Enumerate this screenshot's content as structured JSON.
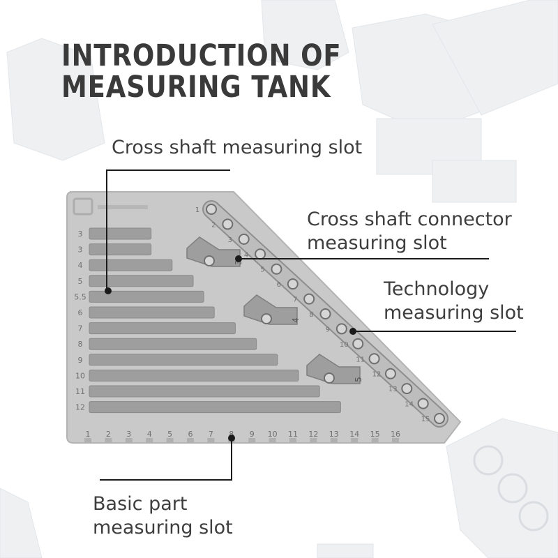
{
  "title": {
    "line1": "INTRODUCTION OF",
    "line2": "MEASURING TANK"
  },
  "labels": {
    "cross_shaft": "Cross shaft measuring slot",
    "connector_line1": "Cross shaft connector",
    "connector_line2": "measuring slot",
    "technology_line1": "Technology",
    "technology_line2": "measuring slot",
    "basic_line1": "Basic part",
    "basic_line2": "measuring slot"
  },
  "tank": {
    "row_numbers": [
      "3",
      "3",
      "4",
      "5",
      "5.5",
      "6",
      "7",
      "8",
      "9",
      "10",
      "11",
      "12"
    ],
    "row_lengths": [
      3,
      3,
      4,
      5,
      5.5,
      6,
      7,
      8,
      9,
      10,
      11,
      12
    ],
    "column_numbers": [
      "1",
      "2",
      "3",
      "4",
      "5",
      "6",
      "7",
      "8",
      "9",
      "10",
      "11",
      "12",
      "13",
      "14",
      "15",
      "16"
    ],
    "beam_numbers": [
      "1",
      "2",
      "3",
      "4",
      "5",
      "6",
      "7",
      "8",
      "9",
      "10",
      "11",
      "12",
      "13",
      "14",
      "15"
    ],
    "connector_numbers": [
      "3",
      "4",
      "5"
    ]
  },
  "colors": {
    "plate": "#c9c9c9",
    "plate_edge": "#b3b3b3",
    "slot": "#9e9e9e",
    "title": "#3a3a3a",
    "text": "#3e3e3e",
    "leader": "#1a1a1a",
    "background_bricks": "#eef0f2"
  }
}
